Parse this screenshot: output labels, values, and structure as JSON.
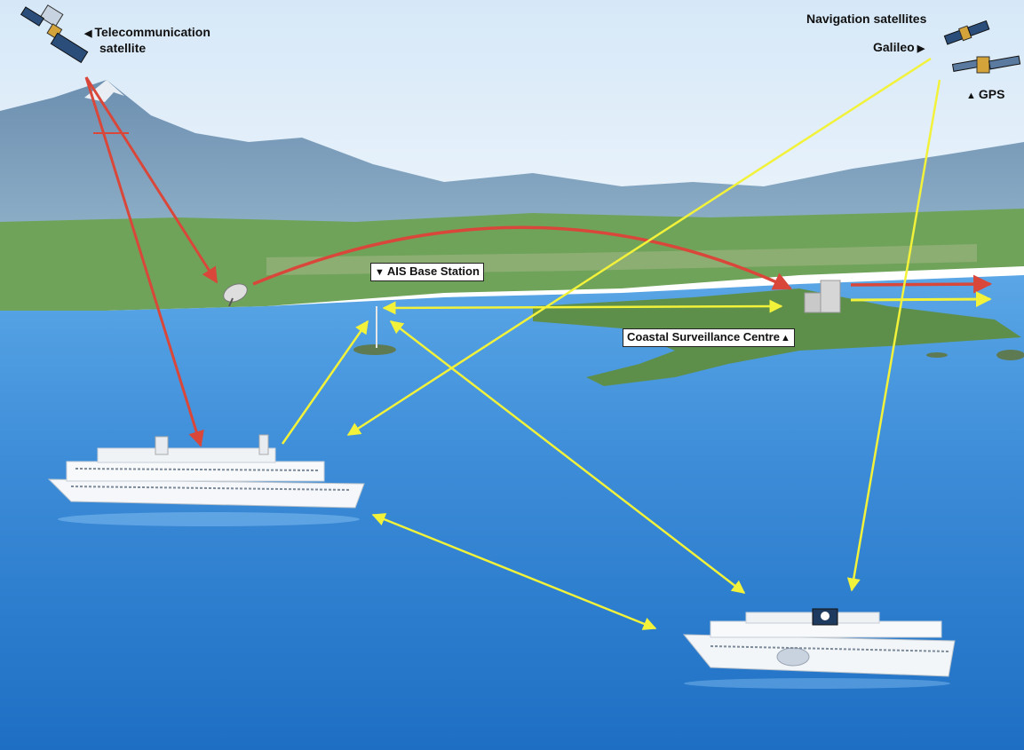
{
  "labels": {
    "telecom_line1": "Telecommunication",
    "telecom_line2": "satellite",
    "nav_satellites": "Navigation satellites",
    "galileo": "Galileo",
    "gps": "GPS",
    "ais_base_station": "AIS Base Station",
    "coastal_centre": "Coastal Surveillance Centre"
  },
  "icons": {
    "left_triangle": "◀",
    "right_triangle": "▶",
    "up_triangle": "▲",
    "down_triangle": "▼"
  },
  "colors": {
    "telecom_link": "#d9473a",
    "ais_link": "#f2f23a",
    "sea": "#2f7fd0",
    "sky": "#dbeaf7"
  }
}
